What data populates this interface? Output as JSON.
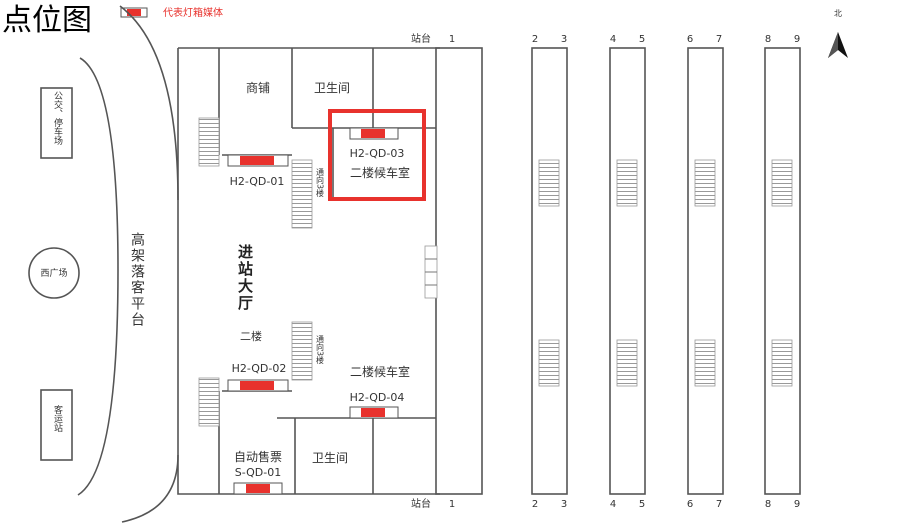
{
  "colors": {
    "media_red": "#e8322d",
    "highlight_border": "#e8322d",
    "legend_text": "#e8322d",
    "line": "#555555",
    "text": "#333333"
  },
  "legend": {
    "title_fragment": "点位图",
    "media_label": "代表灯箱媒体"
  },
  "compass": {
    "label": "北",
    "icon": "north-arrow-icon"
  },
  "outside": {
    "bus_parking": "公交、停车场",
    "west_plaza": "西广场",
    "bus_station": "客运站",
    "elevated_platform": "高架落客平台"
  },
  "rooms": {
    "shop": "商铺",
    "toilet_top": "卫生间",
    "toilet_bottom": "卫生间",
    "waiting_room_top": "二楼候车室",
    "waiting_room_bottom": "二楼候车室",
    "hall": "进站大厅",
    "second_floor": "二楼",
    "to_third_floor_top": "通向3楼",
    "to_third_floor_bottom": "通向3楼",
    "ticketing": "自动售票"
  },
  "media_points": [
    {
      "id": "H2-QD-01"
    },
    {
      "id": "H2-QD-02"
    },
    {
      "id": "H2-QD-03",
      "highlighted": true
    },
    {
      "id": "H2-QD-04"
    },
    {
      "id": "S-QD-01"
    }
  ],
  "platform_label": "站台",
  "track_numbers": [
    "1",
    "2",
    "3",
    "4",
    "5",
    "6",
    "7",
    "8",
    "9"
  ]
}
